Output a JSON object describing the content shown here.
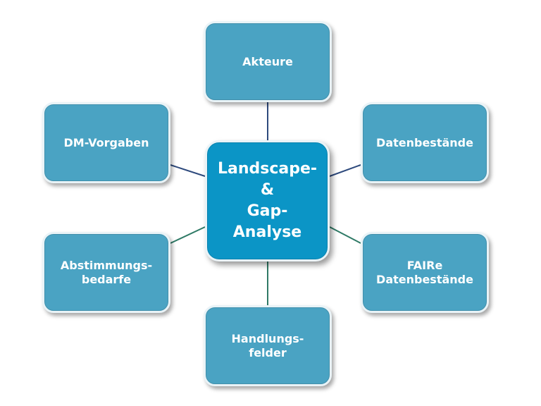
{
  "diagram": {
    "center": {
      "line1": "Landscape-",
      "line2": "&",
      "line3": "Gap-",
      "line4": "Analyse"
    },
    "nodes": {
      "akteure": "Akteure",
      "dm_vorgaben": "DM-Vorgaben",
      "datenbestaende": "Datenbestände",
      "abstimmungsbedarfe_line1": "Abstimmungs-",
      "abstimmungsbedarfe_line2": "bedarfe",
      "faire_line1": "FAIRe",
      "faire_line2": "Datenbestände",
      "handlungsfelder_line1": "Handlungs-",
      "handlungsfelder_line2": "felder"
    },
    "colors": {
      "node_fill": "#4aa3c3",
      "center_fill": "#0b95c6",
      "node_border": "#e9f3f7",
      "connector_upper": "#2e4a7d",
      "connector_lower": "#2f7a66",
      "text": "#ffffff"
    }
  }
}
